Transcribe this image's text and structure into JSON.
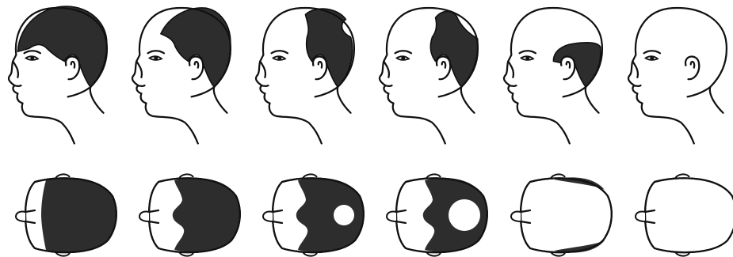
{
  "figure": {
    "colors": {
      "hair": "#2d2d2d",
      "outline": "#111111",
      "skin": "#ffffff",
      "background": "#ffffff"
    },
    "stages": [
      {
        "stage": 1,
        "side_hair": "full",
        "top_hair": "full"
      },
      {
        "stage": 2,
        "side_hair": "temple-recession",
        "top_hair": "frontal-recession"
      },
      {
        "stage": 3,
        "side_hair": "deep-recession-vertex-thinning",
        "top_hair": "vertex-bald-spot"
      },
      {
        "stage": 4,
        "side_hair": "top-bald-band-remaining",
        "top_hair": "large-vertex-spot"
      },
      {
        "stage": 5,
        "side_hair": "horseshoe",
        "top_hair": "side-rims-only"
      },
      {
        "stage": 6,
        "side_hair": "none",
        "top_hair": "none"
      }
    ]
  }
}
